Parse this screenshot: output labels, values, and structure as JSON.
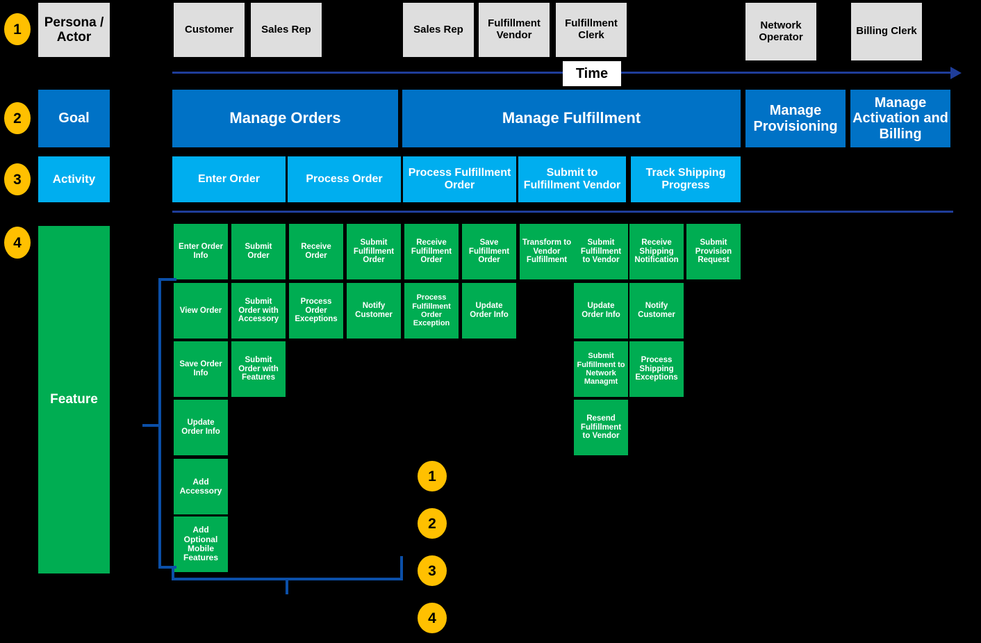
{
  "diagram": {
    "title": "User Story Map",
    "colors": {
      "badge": "#FFC000",
      "persona": "#DEDEDE",
      "goal": "#0072C6",
      "activity": "#00AEEF",
      "feature": "#00AD52",
      "timeline": "#1F3D99",
      "connector": "#0B4FA8",
      "background": "#000000"
    }
  },
  "timeline": {
    "label": "Time"
  },
  "row_badges": [
    {
      "num": "1",
      "row": "persona"
    },
    {
      "num": "2",
      "row": "goal"
    },
    {
      "num": "3",
      "row": "activity"
    },
    {
      "num": "4",
      "row": "feature"
    }
  ],
  "legend_badges": [
    {
      "num": "1"
    },
    {
      "num": "2"
    },
    {
      "num": "3"
    },
    {
      "num": "4"
    }
  ],
  "rows": {
    "persona": {
      "label": "Persona / Actor",
      "items": [
        {
          "label": "Customer",
          "col": 0,
          "span": 1
        },
        {
          "label": "Sales Rep",
          "col": 1,
          "span": 1
        },
        {
          "label": "Sales Rep",
          "col": 4,
          "span": 1
        },
        {
          "label": "Fulfillment Vendor",
          "col": 5,
          "span": 1
        },
        {
          "label": "Fulfillment Clerk",
          "col": 6,
          "span": 1
        },
        {
          "label": "Network Operator",
          "col": 10,
          "span": 1
        },
        {
          "label": "Billing Clerk",
          "col": 12,
          "span": 1
        }
      ]
    },
    "goal": {
      "label": "Goal",
      "items": [
        {
          "label": "Manage Orders",
          "col": 0,
          "span": 4
        },
        {
          "label": "Manage Fulfillment",
          "col": 4,
          "span": 6
        },
        {
          "label": "Manage Provisioning",
          "col": 10,
          "span": 1.7
        },
        {
          "label": "Manage Activation and Billing",
          "col": 11.8,
          "span": 1.7
        }
      ]
    },
    "activity": {
      "label": "Activity",
      "items": [
        {
          "label": "Enter Order",
          "col": 0,
          "span": 2
        },
        {
          "label": "Process Order",
          "col": 2,
          "span": 2
        },
        {
          "label": "Process Fulfillment  Order",
          "col": 4,
          "span": 2
        },
        {
          "label": "Submit to Fulfillment Vendor",
          "col": 6,
          "span": 2
        },
        {
          "label": "Track Shipping Progress",
          "col": 8,
          "span": 2
        }
      ]
    },
    "feature": {
      "label": "Feature",
      "items": [
        {
          "label": "Enter Order Info",
          "col": 0,
          "row": 0,
          "h": 1
        },
        {
          "label": "Submit Order",
          "col": 1,
          "row": 0,
          "h": 1
        },
        {
          "label": "Receive Order",
          "col": 2,
          "row": 0,
          "h": 1
        },
        {
          "label": "Submit Fulfillment Order",
          "col": 3,
          "row": 0,
          "h": 1
        },
        {
          "label": "Receive Fulfillment Order",
          "col": 4,
          "row": 0,
          "h": 1
        },
        {
          "label": "Save Fulfillment Order",
          "col": 5,
          "row": 0,
          "h": 1
        },
        {
          "label": "Transform to Vendor Fulfillment",
          "col": 6,
          "row": 0,
          "h": 1
        },
        {
          "label": "Submit Fulfillment to Vendor",
          "col": 7,
          "row": 0,
          "h": 1
        },
        {
          "label": "Receive Shipping Notification",
          "col": 8,
          "row": 0,
          "h": 1
        },
        {
          "label": "Submit Provision Request",
          "col": 9,
          "row": 0,
          "h": 1
        },
        {
          "label": "View Order",
          "col": 0,
          "row": 1,
          "h": 1
        },
        {
          "label": "Submit Order with Accessory",
          "col": 1,
          "row": 1,
          "h": 1
        },
        {
          "label": "Process Order Exceptions",
          "col": 2,
          "row": 1,
          "h": 1
        },
        {
          "label": "Notify Customer",
          "col": 3,
          "row": 1,
          "h": 1
        },
        {
          "label": "Process Fulfillment Order Exception",
          "col": 4,
          "row": 1,
          "h": 1
        },
        {
          "label": "Update Order Info",
          "col": 5,
          "row": 1,
          "h": 1
        },
        {
          "label": "Update Order Info",
          "col": 7,
          "row": 1,
          "h": 1
        },
        {
          "label": "Notify Customer",
          "col": 8,
          "row": 1,
          "h": 1
        },
        {
          "label": "Save Order Info",
          "col": 0,
          "row": 2,
          "h": 1
        },
        {
          "label": "Submit Order with Features",
          "col": 1,
          "row": 2,
          "h": 1
        },
        {
          "label": "Submit Fulfillment to Network Managmt",
          "col": 7,
          "row": 2,
          "h": 1
        },
        {
          "label": "Process Shipping Exceptions",
          "col": 8,
          "row": 2,
          "h": 1
        },
        {
          "label": "Update Order Info",
          "col": 0,
          "row": 3,
          "h": 1
        },
        {
          "label": "Resend Fulfillment to Vendor",
          "col": 7,
          "row": 3,
          "h": 1
        },
        {
          "label": "Add Accessory",
          "col": 0,
          "row": 4,
          "h": 1
        },
        {
          "label": "Add Optional Mobile Features",
          "col": 0,
          "row": 5,
          "h": 1
        }
      ]
    }
  }
}
